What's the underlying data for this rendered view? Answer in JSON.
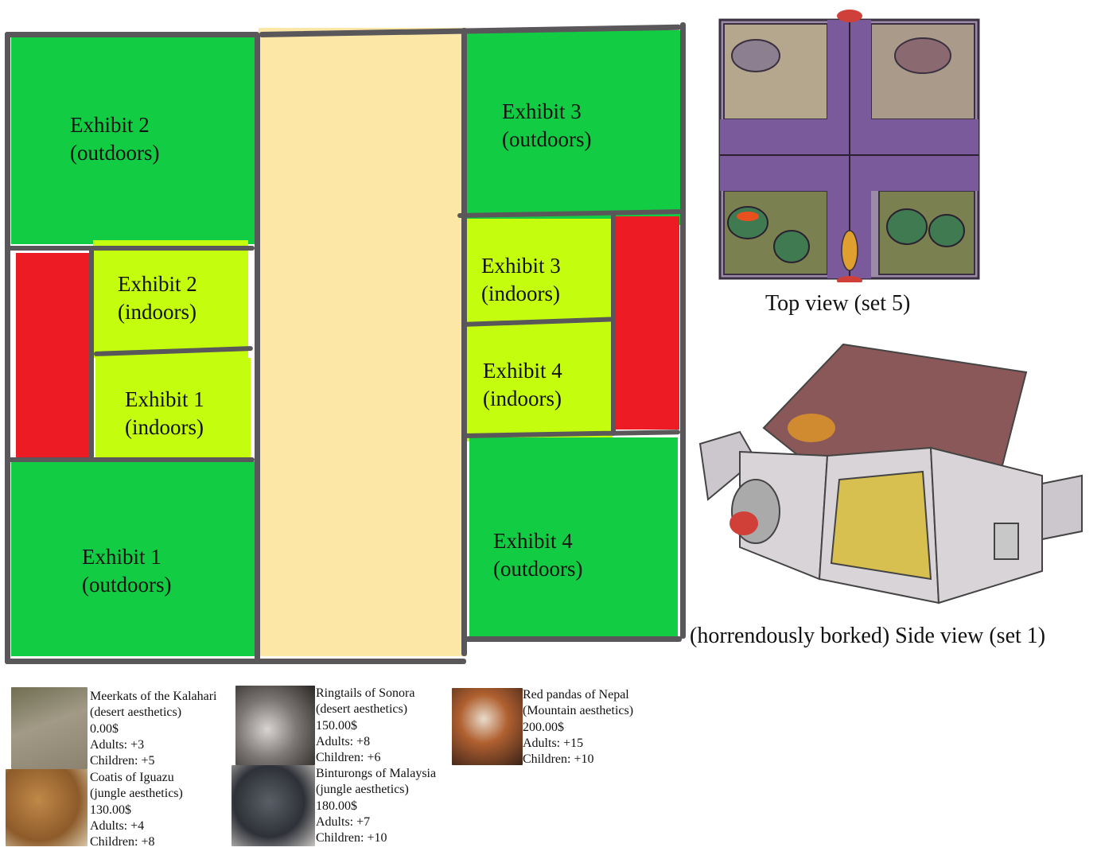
{
  "colors": {
    "outdoor": "#12cc44",
    "indoor": "#c4fe0e",
    "restricted": "#ec1b24",
    "path": "#fde7a6",
    "wall": "#5a575a"
  },
  "map": {
    "exhibits": [
      {
        "id": "exhibit-2-outdoors",
        "line1": "Exhibit 2",
        "line2": "(outdoors)"
      },
      {
        "id": "exhibit-2-indoors",
        "line1": "Exhibit 2",
        "line2": "(indoors)"
      },
      {
        "id": "exhibit-1-indoors",
        "line1": "Exhibit 1",
        "line2": "(indoors)"
      },
      {
        "id": "exhibit-1-outdoors",
        "line1": "Exhibit 1",
        "line2": "(outdoors)"
      },
      {
        "id": "exhibit-3-outdoors",
        "line1": "Exhibit 3",
        "line2": "(outdoors)"
      },
      {
        "id": "exhibit-3-indoors",
        "line1": "Exhibit 3",
        "line2": "(indoors)"
      },
      {
        "id": "exhibit-4-indoors",
        "line1": "Exhibit 4",
        "line2": "(indoors)"
      },
      {
        "id": "exhibit-4-outdoors",
        "line1": "Exhibit 4",
        "line2": "(outdoors)"
      }
    ]
  },
  "views": {
    "top": {
      "caption": "Top view (set 5)"
    },
    "side": {
      "caption": "(horrendously borked) Side view (set 1)"
    }
  },
  "animals": [
    {
      "name": "Meerkats of the Kalahari",
      "aesthetic": "(desert aesthetics)",
      "price": "0.00$",
      "adults": "Adults: +3",
      "children": "Children: +5",
      "img_color": "#8f8a76"
    },
    {
      "name": "Coatis of Iguazu",
      "aesthetic": "(jungle aesthetics)",
      "price": "130.00$",
      "adults": "Adults: +4",
      "children": "Children: +8",
      "img_color": "#a9763a"
    },
    {
      "name": "Ringtails of Sonora",
      "aesthetic": "(desert aesthetics)",
      "price": "150.00$",
      "adults": "Adults: +8",
      "children": "Children: +6",
      "img_color": "#5d5a57"
    },
    {
      "name": "Binturongs of Malaysia",
      "aesthetic": "(jungle aesthetics)",
      "price": "180.00$",
      "adults": "Adults: +7",
      "children": "Children: +10",
      "img_color": "#3d4148"
    },
    {
      "name": "Red pandas of Nepal",
      "aesthetic": "(Mountain aesthetics)",
      "price": "200.00$",
      "adults": "Adults: +15",
      "children": "Children: +10",
      "img_color": "#8e4a22"
    }
  ]
}
